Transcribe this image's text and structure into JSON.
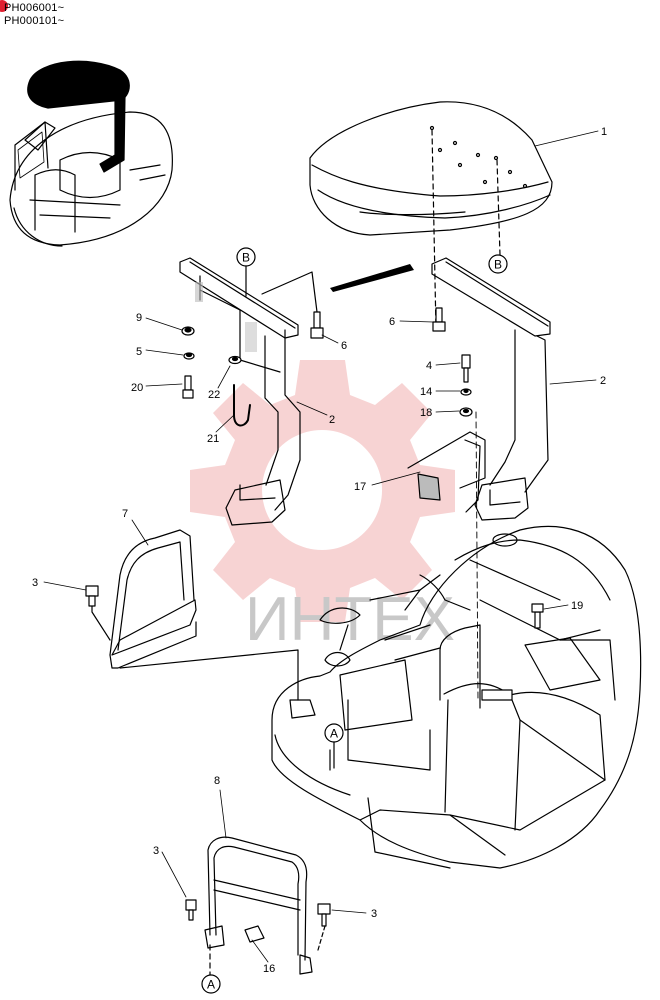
{
  "serials": [
    "PH006001~",
    "PH000101~"
  ],
  "watermark": "ИНТЕХ",
  "colors": {
    "line": "#000000",
    "watermark_gear": "#f2b8b8",
    "watermark_text": "#c8c8c8",
    "marker": "#e02030"
  },
  "callouts": {
    "c1": "1",
    "c2a": "2",
    "c2b": "2",
    "c3a": "3",
    "c3b": "3",
    "c3c": "3",
    "c4": "4",
    "c5": "5",
    "c6a": "6",
    "c6b": "6",
    "c7": "7",
    "c8": "8",
    "c9": "9",
    "c14": "14",
    "c16": "16",
    "c17": "17",
    "c18": "18",
    "c19": "19",
    "c20": "20",
    "c21": "21",
    "c22": "22"
  },
  "refs": {
    "b1": "B",
    "b2": "B",
    "a1": "A",
    "a2": "A"
  }
}
